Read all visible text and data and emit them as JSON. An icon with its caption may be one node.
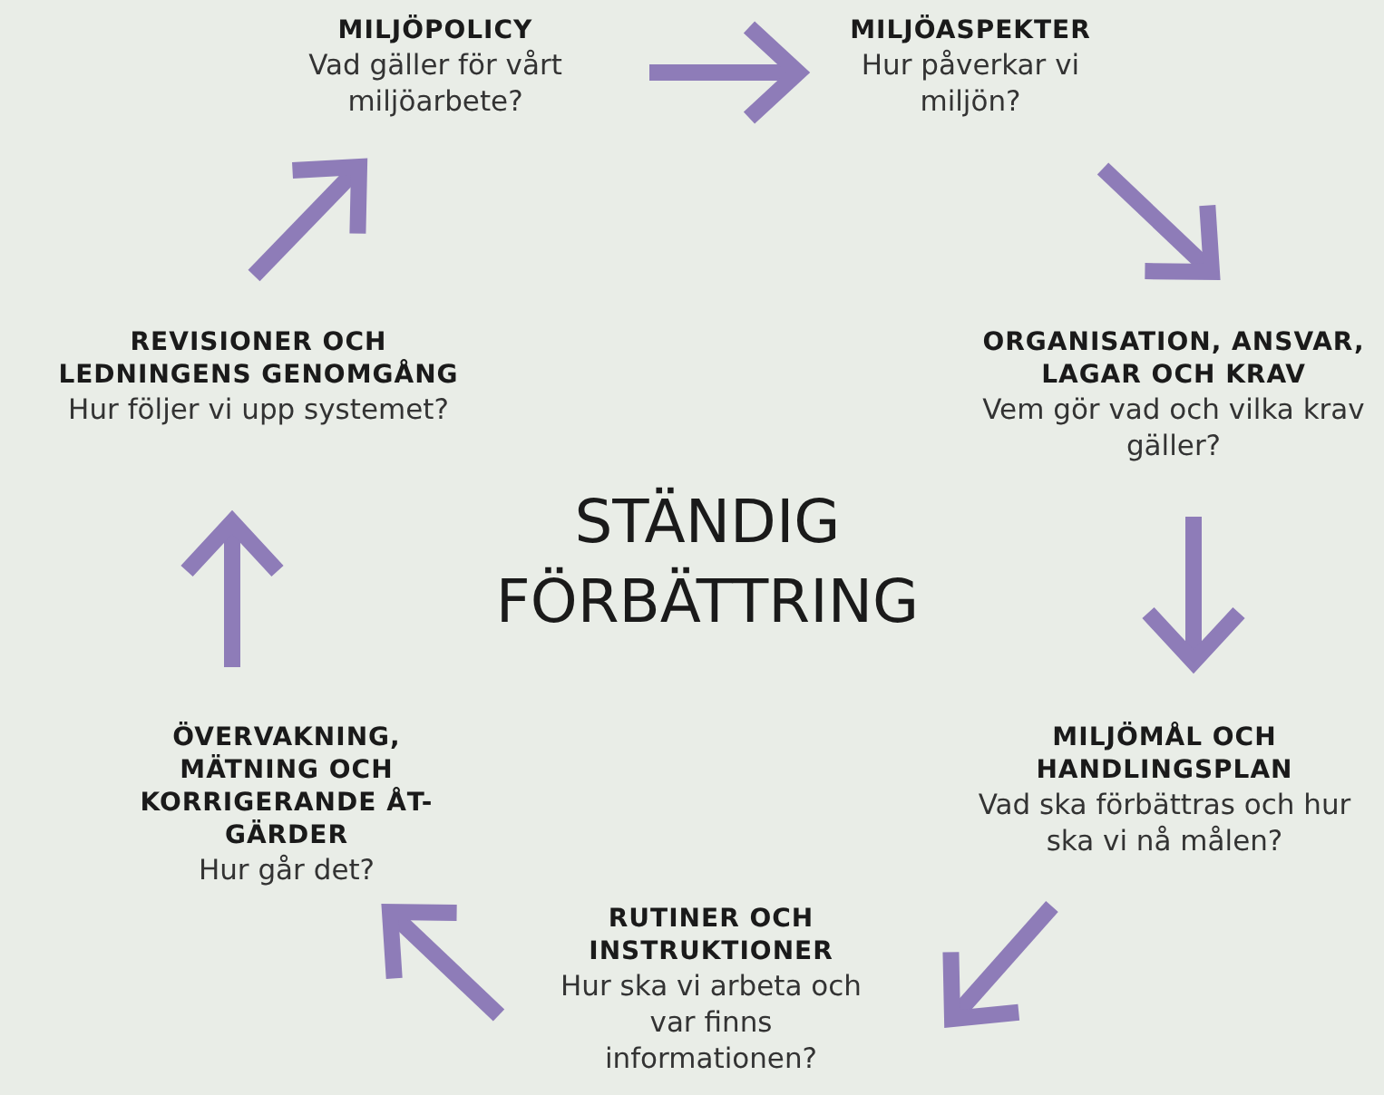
{
  "diagram": {
    "nodes": [
      {
        "text": [
          "MILJÖPOLICY",
          "Vad gäller för vårt miljöarbete?"
        ]
      },
      {
        "text": [
          "MILJÖASPEKTER",
          "Hur påverkar vi miljön?"
        ]
      },
      {
        "text": [
          "ORGANISATION, ANSVAR, LAGAR OCH KRAV",
          "Vem gör vad och vilka krav gäller?"
        ]
      },
      {
        "text": [
          "MILJÖMÅL OCH HANDLINGSPLAN",
          "Vad ska förbättras och hur ska vi nå målen?"
        ]
      },
      {
        "text": [
          "RUTINER OCH INSTRUKTIONER",
          "Hur ska vi arbeta och var finns informationen?"
        ]
      },
      {
        "text": [
          "ÖVERVAKNING, MÄTNING OCH KORRIGERANDE ÅT-GÄRDER",
          "Hur går det?"
        ]
      },
      {
        "text": [
          "REVISIONER OCH LEDNINGENS GENOMGÅNG",
          "Hur följer vi upp systemet?"
        ]
      }
    ],
    "edges": [
      {
        "from": 0,
        "to": 1,
        "arrow": "to"
      },
      {
        "from": 1,
        "to": 2,
        "arrow": "to"
      },
      {
        "from": 2,
        "to": 3,
        "arrow": "to"
      },
      {
        "from": 3,
        "to": 4,
        "arrow": "to"
      },
      {
        "from": 4,
        "to": 5,
        "arrow": "to"
      },
      {
        "from": 5,
        "to": 6,
        "arrow": "to"
      },
      {
        "from": 6,
        "to": 0,
        "arrow": "to"
      }
    ],
    "labels": [
      "STÄNDIG FÖRBÄTTRING"
    ]
  }
}
